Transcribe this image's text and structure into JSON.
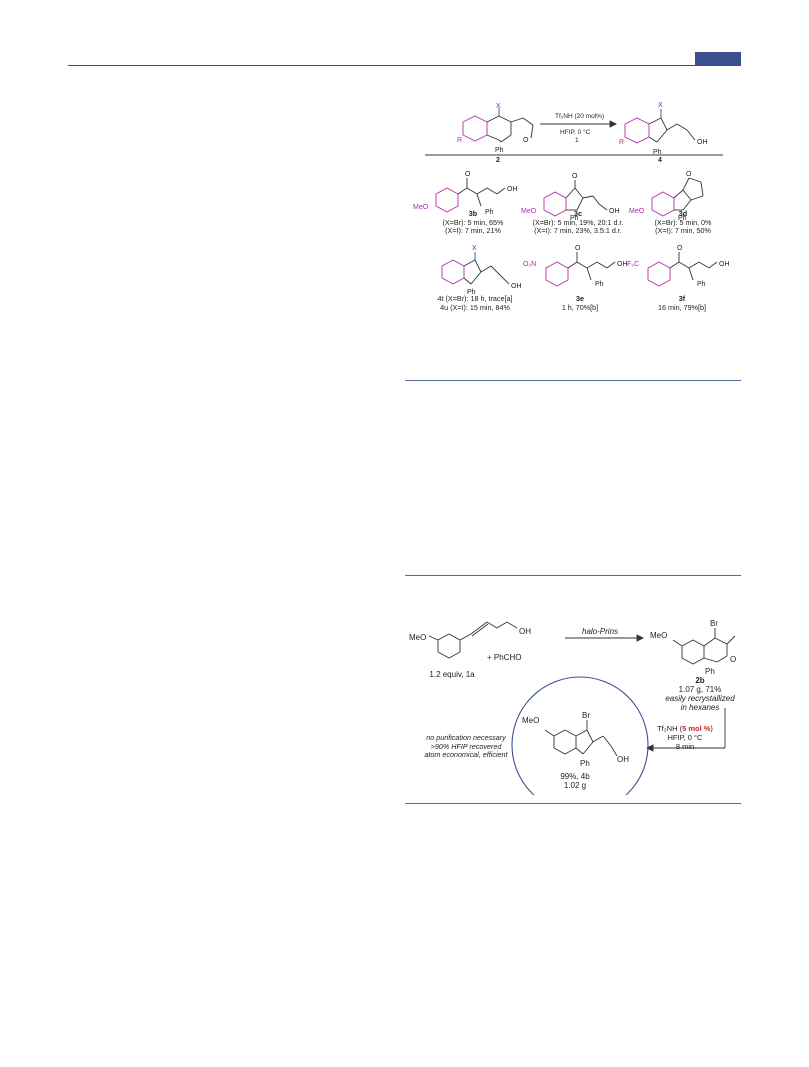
{
  "scheme1": {
    "reagent_top": "Tf₂NH (20 mol%)",
    "reagent_bottom": "HFIP, 0 °C",
    "reagent_time": "1",
    "start_label": "2",
    "product_label": "4",
    "atom_x": "X",
    "atom_r": "R",
    "ph": "Ph",
    "o": "O",
    "oh": "OH",
    "compounds": [
      {
        "id": "3b",
        "line1": "(X=Br): 5 min, 65%",
        "line2": "(X=I): 7 min, 21%"
      },
      {
        "id": "3c",
        "line1": "(X=Br): 5 min, 19%, 20:1 d.r.",
        "line2": "(X=I): 7 min, 23%, 3.5:1 d.r."
      },
      {
        "id": "3d",
        "line1": "(X=Br): 5 min, 0%",
        "line2": "(X=I): 7 min, 50%"
      },
      {
        "id": "4t",
        "line1": "4t (X=Br): 18 h, trace[a]",
        "line2": "4u (X=I): 15 min, 84%"
      },
      {
        "id": "3e",
        "line1": "1 h, 70%[b]"
      },
      {
        "id": "3f",
        "line1": "16 min, 79%[b]"
      }
    ],
    "meo": "MeO",
    "o2n": "O₂N",
    "f3c": "F₃C"
  },
  "scheme2": {
    "start_note": "1.2 equiv, 1a",
    "plus": "+ PhCHO",
    "arrow_label": "halo-Prins",
    "intermediate_id": "2b",
    "intermediate_yield": "1.07 g, 71%",
    "intermediate_note1": "easily recrystallized",
    "intermediate_note2": "in hexanes",
    "cat_label": "Tf₂NH (",
    "cat_amount": "5 mol %",
    "cat_close": ")",
    "cond1": "HFIP, 0 °C",
    "cond2": "8 min",
    "product_yield": "99%, 4b",
    "product_mass": "1.02 g",
    "notes": [
      "no purification necessary",
      ">90% HFIP recovered",
      "atom economical, efficient"
    ],
    "br": "Br",
    "meo": "MeO",
    "ph": "Ph",
    "oh": "OH",
    "o": "O"
  },
  "colors": {
    "accent": "#3b4f8f",
    "magenta": "#b02aa8",
    "blue": "#3346a8",
    "red": "#d2242b"
  }
}
